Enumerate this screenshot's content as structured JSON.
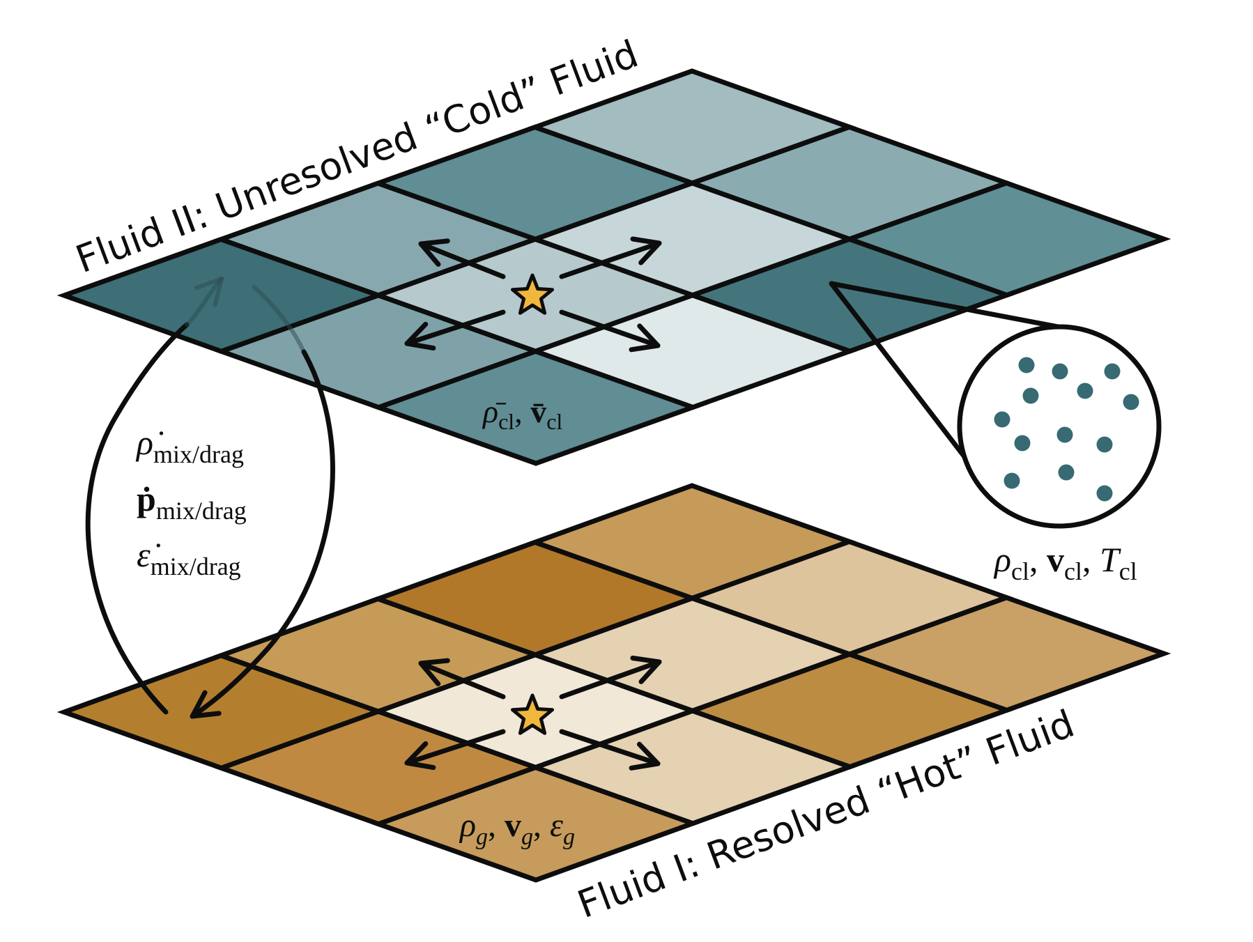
{
  "labels": {
    "cold_title": "Fluid II: Unresolved “Cold” Fluid",
    "hot_title": "Fluid I: Resolved “Hot” Fluid",
    "cold_cell_vars": {
      "rho": "ρ̄",
      "sub1": "cl",
      "sep": ", ",
      "v": "v̄",
      "sub2": "cl"
    },
    "hot_cell_vars": {
      "rho": "ρ",
      "s1": "g",
      "v": "v",
      "s2": "g",
      "eps": "ε",
      "s3": "g",
      "sep": ", "
    },
    "cloud_vars": {
      "rho": "ρ",
      "s1": "cl",
      "v": "v",
      "s2": "cl",
      "T": "T",
      "s3": "cl",
      "sep": ", "
    },
    "exchange": [
      {
        "sym": "ρ̇",
        "sub": "mix/drag"
      },
      {
        "sym": "ṗ",
        "sub": "mix/drag"
      },
      {
        "sym": "ε̇",
        "sub": "mix/drag"
      }
    ]
  },
  "colors": {
    "cold_grid": [
      [
        "#3e6e76",
        "#87a8ae",
        "#618d94",
        "#a2bcc0"
      ],
      [
        "#7ea2a8",
        "#b6cacd",
        "#c7d7d9",
        "#8aacb1"
      ],
      [
        "#618d94",
        "#e0e9ea",
        "#44757d",
        "#608f95"
      ]
    ],
    "hot_grid": [
      [
        "#b37f2f",
        "#c69b58",
        "#b1782a",
        "#c69b5a"
      ],
      [
        "#c08942",
        "#f2e8d8",
        "#e5d2b3",
        "#ddc49c"
      ],
      [
        "#c69b5b",
        "#e5d2b3",
        "#bd8c43",
        "#c9a066"
      ]
    ],
    "star": "#f1b73c",
    "particle": "#376a72"
  }
}
